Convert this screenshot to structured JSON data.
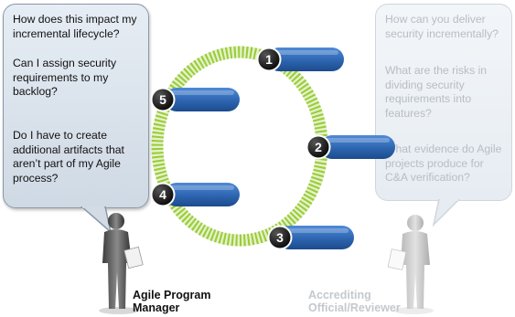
{
  "left_bubble": {
    "questions": [
      "How does this impact my incremental lifecycle?",
      "Can I assign security requirements to my backlog?",
      "Do I have to create additional artifacts that aren’t part of my Agile process?"
    ]
  },
  "right_bubble": {
    "questions": [
      "How can you deliver security incrementally?",
      "What are the risks in dividing security requirements into features?",
      "What evidence do Agile projects produce for C&A verification?"
    ]
  },
  "roles": {
    "left": "Agile Program Manager",
    "right": "Accrediting Official/Reviewer"
  },
  "cycle": {
    "steps": [
      "1",
      "2",
      "3",
      "4",
      "5"
    ]
  },
  "colors": {
    "ring": "#9acc3c",
    "bar": "#2f67b3",
    "badge": "#111111"
  }
}
